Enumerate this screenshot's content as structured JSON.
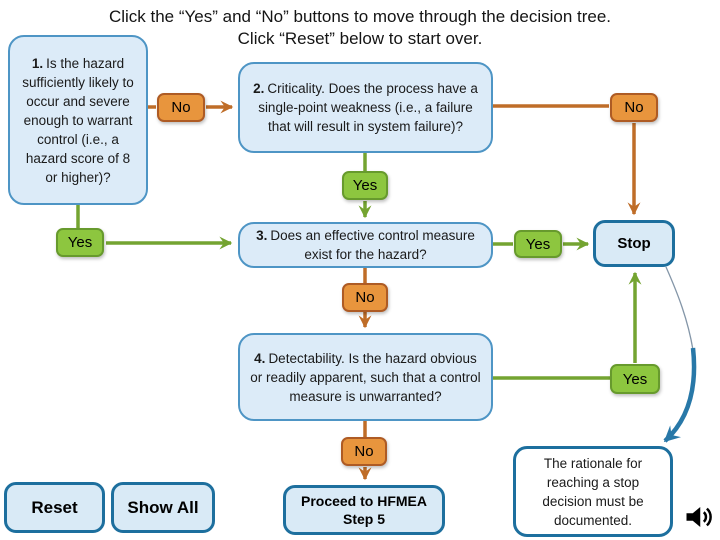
{
  "header": {
    "line1": "Click the “Yes” and “No” buttons to move through the decision tree.",
    "line2": "Click “Reset” below to start over."
  },
  "labels": {
    "yes": "Yes",
    "no": "No"
  },
  "questions": {
    "q1": {
      "number": "1.",
      "text": "Is the hazard sufficiently likely to occur and severe enough to warrant control (i.e., a hazard score of 8 or higher)?"
    },
    "q2": {
      "number": "2.",
      "text": "Criticality. Does the process have a single-point weakness (i.e., a failure that will result in system failure)?"
    },
    "q3": {
      "number": "3.",
      "text": "Does an effective control measure exist for the hazard?"
    },
    "q4": {
      "number": "4.",
      "text": "Detectability. Is the hazard obvious or readily apparent, such that a control measure is unwarranted?"
    }
  },
  "terminals": {
    "stop": "Stop",
    "proceed": "Proceed to HFMEA Step 5",
    "rationale": "The rationale for reaching a stop decision must be documented."
  },
  "controls": {
    "reset": "Reset",
    "show_all": "Show All"
  },
  "icons": {
    "audio": "speaker-icon"
  },
  "colors": {
    "question_fill": "#dcebf8",
    "question_border": "#4e95c5",
    "terminal_fill": "#d9eaf6",
    "terminal_border": "#1d6f9e",
    "yes_fill": "#8dc63f",
    "yes_border": "#679a2d",
    "no_fill": "#e8953d",
    "no_border": "#ae5b24",
    "green_arrow": "#74a431",
    "orange_arrow": "#bf6d28",
    "blue_arrow": "#2878a8"
  }
}
